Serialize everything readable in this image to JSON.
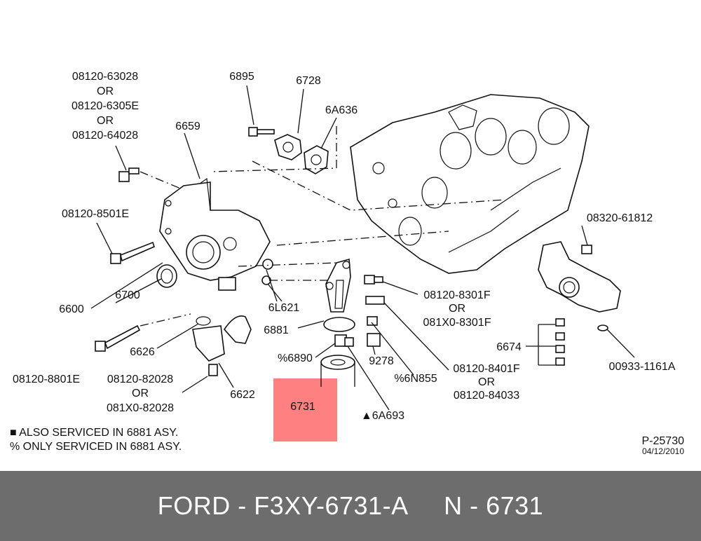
{
  "labels": {
    "l_08120_63028": "08120-63028",
    "l_or1": "OR",
    "l_08120_6305E": "08120-6305E",
    "l_or2": "OR",
    "l_08120_64028": "08120-64028",
    "l_6895": "6895",
    "l_6728": "6728",
    "l_6A636": "6A636",
    "l_6659": "6659",
    "l_08120_8501E": "08120-8501E",
    "l_08320_61812": "08320-61812",
    "l_6700": "6700",
    "l_6600": "6600",
    "l_6L621": "6L621",
    "l_08120_8301F": "08120-8301F",
    "l_or3": "OR",
    "l_081X0_8301F": "081X0-8301F",
    "l_6881": "6881",
    "l_6674": "6674",
    "l_6626": "6626",
    "l_6890": "%6890",
    "l_9278": "9278",
    "l_6N855": "%6N855",
    "l_08120_8401F": "08120-8401F",
    "l_or4": "OR",
    "l_08120_84033": "08120-84033",
    "l_00933": "00933-1161A",
    "l_08120_8801E": "08120-8801E",
    "l_08120_82028": "08120-82028",
    "l_or5": "OR",
    "l_081X0_82028": "081X0-82028",
    "l_6622": "6622",
    "l_6731": "6731",
    "l_6A693": "▲6A693"
  },
  "legend": {
    "line1": "■ ALSO SERVICED IN 6881 ASY.",
    "line2": "% ONLY SERVICED IN 6881 ASY."
  },
  "ref": {
    "code": "P-25730",
    "date": "04/12/2010"
  },
  "highlight": {
    "color": "#ff8080"
  },
  "footer": {
    "text": "FORD - F3XY-6731-A     N - 6731"
  }
}
